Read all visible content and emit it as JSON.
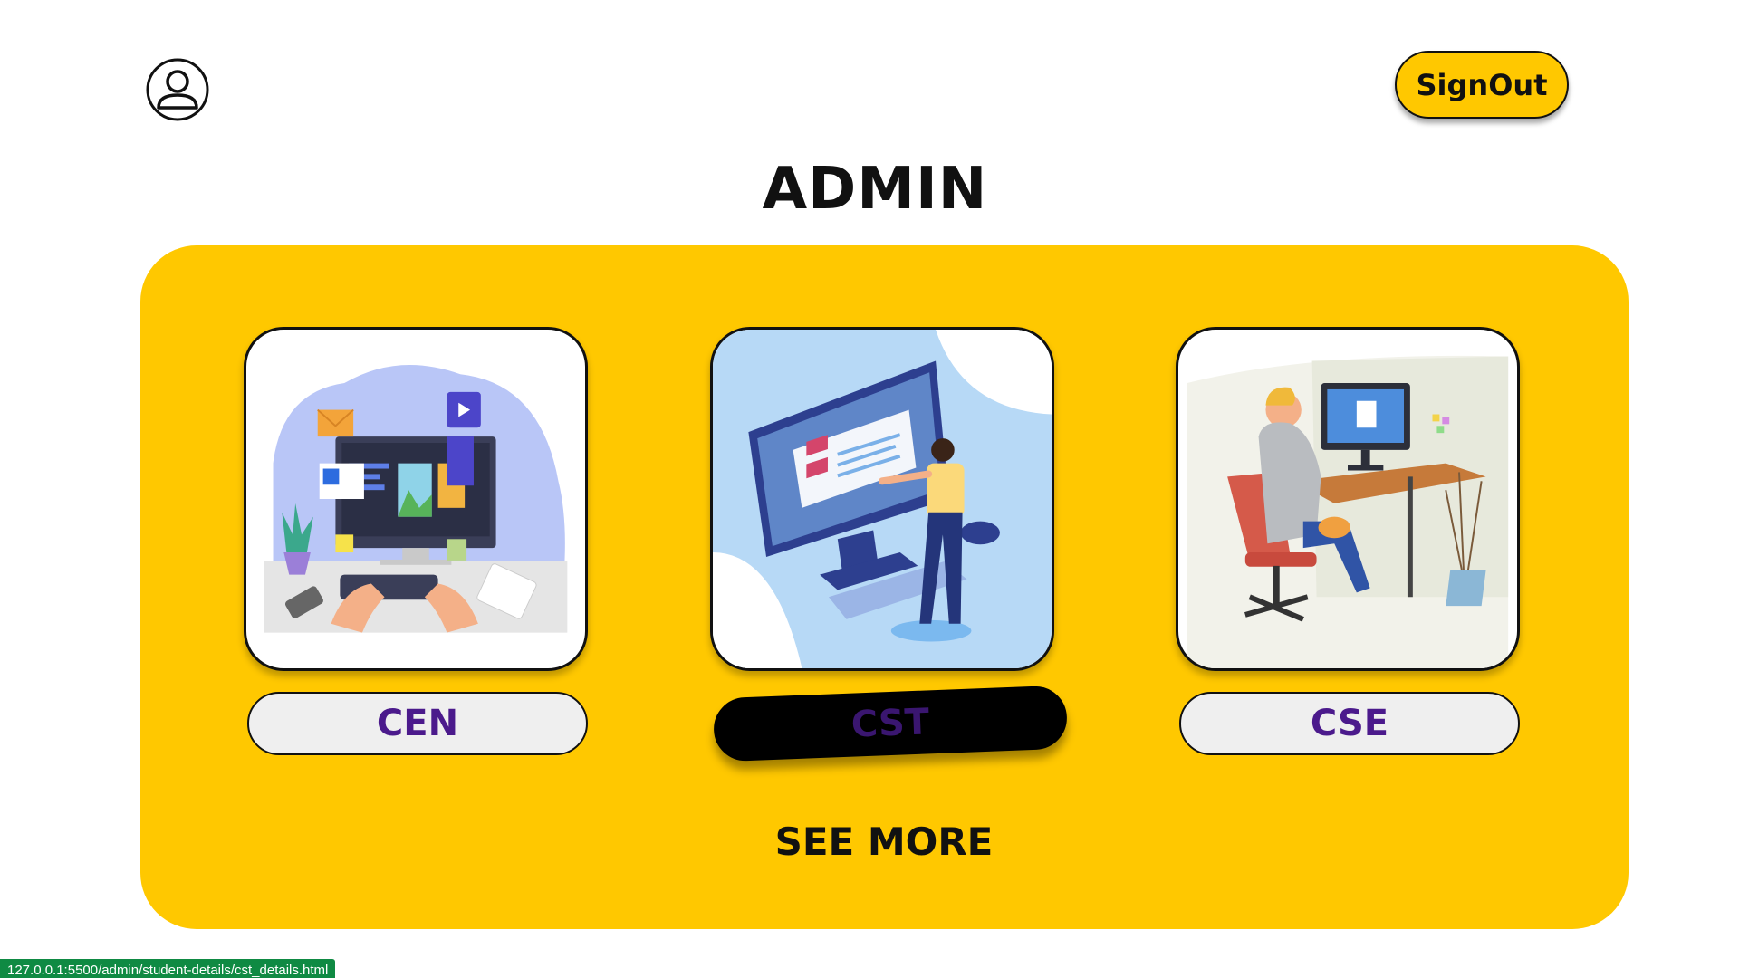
{
  "header": {
    "avatar_icon": "user-profile-icon",
    "signout_label": "SignOut"
  },
  "title": "ADMIN",
  "cards": [
    {
      "label": "CEN",
      "illustration": "developer-workspace-illustration"
    },
    {
      "label": "CST",
      "illustration": "person-at-monitor-illustration"
    },
    {
      "label": "CSE",
      "illustration": "person-at-desk-illustration"
    }
  ],
  "see_more_label": "SEE MORE",
  "status_bar": {
    "url": "127.0.0.1:5500/admin/student-details/cst_details.html"
  },
  "colors": {
    "accent": "#ffc800",
    "label_text": "#4b1a8c",
    "label_bg": "#efefef",
    "active_label_bg": "#000000",
    "status_bg": "#0f8a43"
  }
}
